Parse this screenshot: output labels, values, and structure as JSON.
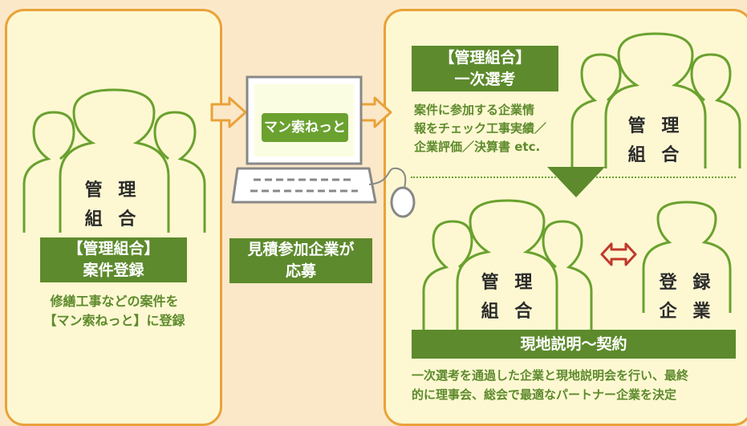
{
  "left_panel": {
    "people_label_line1": "管 理",
    "people_label_line2": "組 合",
    "bar_line1": "【管理組合】",
    "bar_line2": "案件登録",
    "desc_line1": "修繕工事などの案件を",
    "desc_line2": "【マン索ねっと】に登録"
  },
  "middle": {
    "screen_logo": "マン索ねっと",
    "bar_line1": "見積参加企業が",
    "bar_line2": "応募"
  },
  "right_panel": {
    "top_bar_line1": "【管理組合】",
    "top_bar_line2": "一次選考",
    "top_desc_line1": "案件に参加する企業情",
    "top_desc_line2": "報をチェック工事実績／",
    "top_desc_line3": "企業評価／決算書 etc.",
    "top_people_line1": "管 理",
    "top_people_line2": "組 合",
    "bottom_people_line1": "管 理",
    "bottom_people_line2": "組 合",
    "company_line1": "登 録",
    "company_line2": "企 業",
    "bottom_bar": "現地説明〜契約",
    "bottom_desc_line1": "一次選考を通過した企業と現地説明会を行い、最終",
    "bottom_desc_line2": "的に理事会、総会で最適なパートナー企業を決定"
  },
  "colors": {
    "background": "#fbe8c8",
    "panel_fill": "#fdf8d2",
    "panel_border": "#e9a23a",
    "green": "#5d8a2c",
    "person_outline": "#6aa12f",
    "arrow_fill": "#fbe8c8",
    "double_arrow": "#c0392b"
  },
  "icons": [
    "people-group-icon",
    "computer-icon",
    "mouse-icon",
    "arrow-right-icon",
    "triangle-down-icon",
    "double-arrow-icon",
    "person-icon"
  ]
}
